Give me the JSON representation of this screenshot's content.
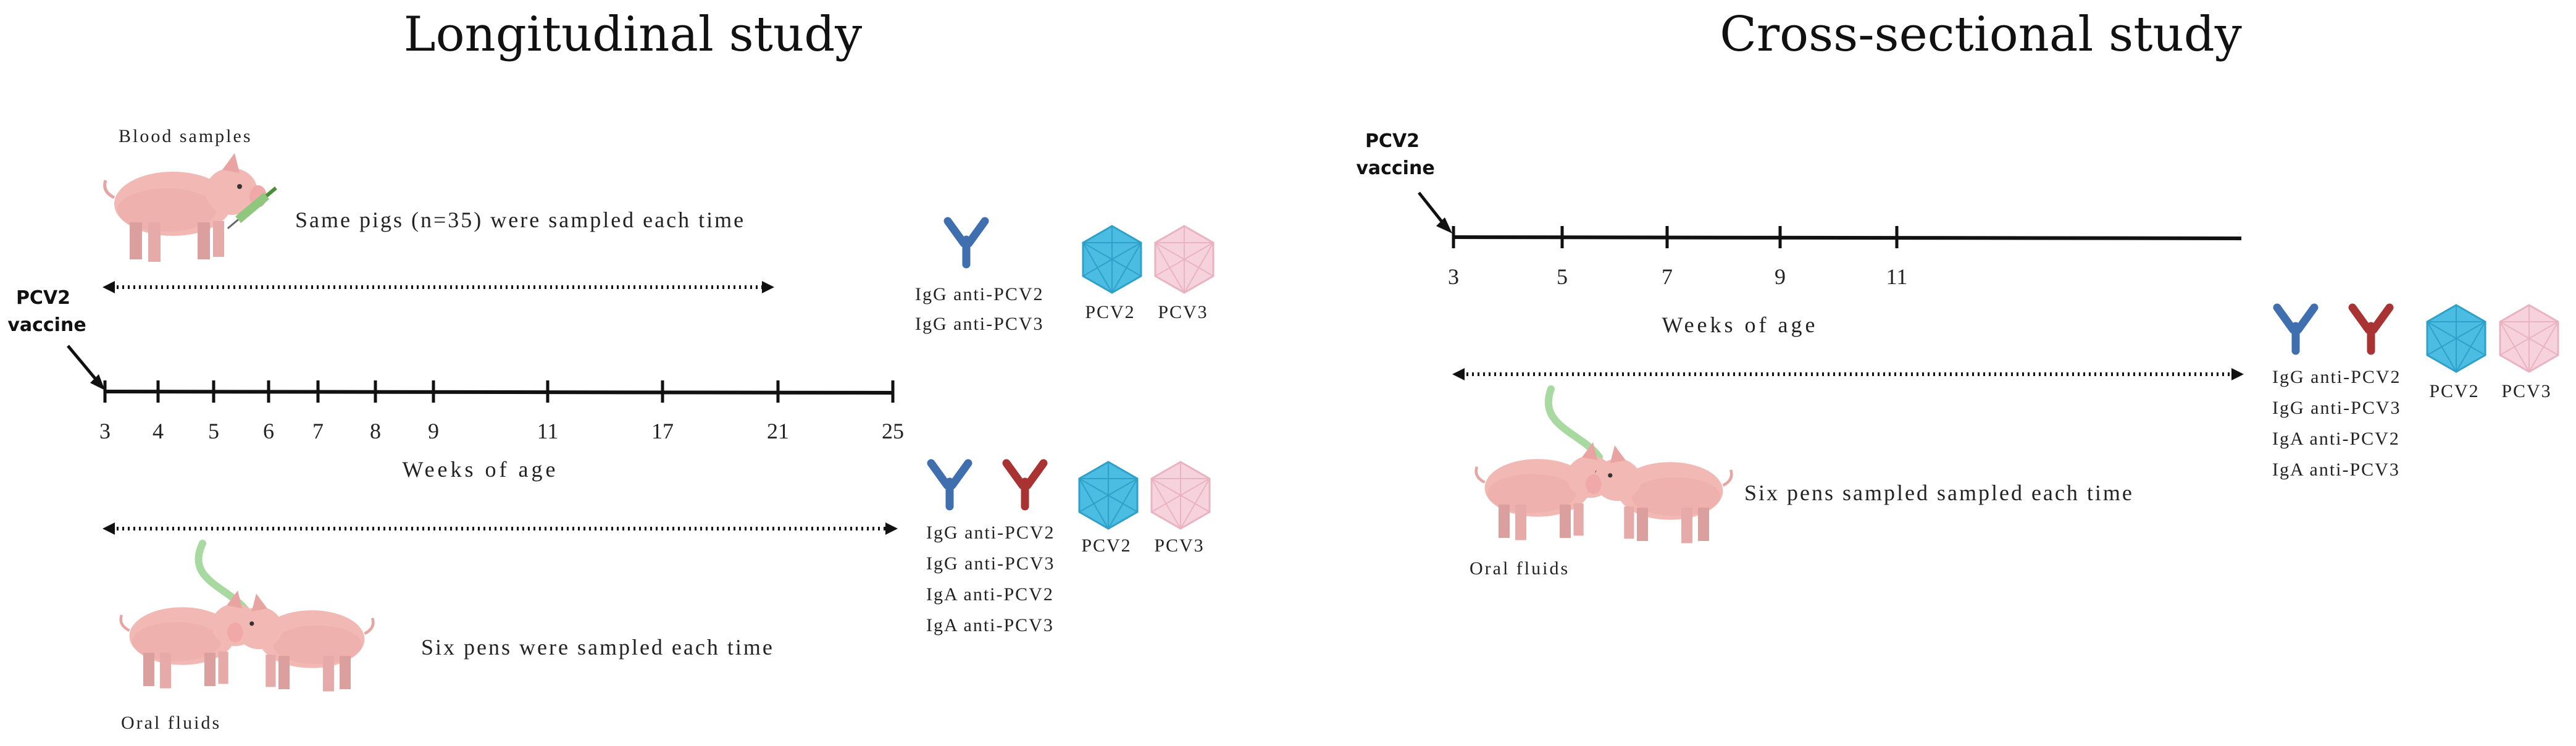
{
  "longitudinal": {
    "title": "Longitudinal study",
    "blood_label": "Blood samples",
    "same_pigs_text": "Same pigs (n=35) were sampled each time",
    "vaccine_line1": "PCV2",
    "vaccine_line2": "vaccine",
    "weeks": [
      "3",
      "4",
      "5",
      "6",
      "7",
      "8",
      "9",
      "11",
      "17",
      "21",
      "25"
    ],
    "axis_label": "Weeks of age",
    "oral_label": "Oral fluids",
    "six_pens_text": "Six pens were sampled each time",
    "serum_tests": [
      "IgG anti-PCV2",
      "IgG anti-PCV3"
    ],
    "oral_tests": [
      "IgG anti-PCV2",
      "IgG anti-PCV3",
      "IgA anti-PCV2",
      "IgA anti-PCV3"
    ],
    "virus_labels": [
      "PCV2",
      "PCV3"
    ]
  },
  "cross_sectional": {
    "title": "Cross-sectional study",
    "vaccine_line1": "PCV2",
    "vaccine_line2": "vaccine",
    "weeks": [
      "3",
      "5",
      "7",
      "9",
      "11"
    ],
    "axis_label": "Weeks of age",
    "oral_label": "Oral fluids",
    "six_pens_text": "Six pens sampled sampled each time",
    "oral_tests": [
      "IgG anti-PCV2",
      "IgG anti-PCV3",
      "IgA anti-PCV2",
      "IgA anti-PCV3"
    ],
    "virus_labels": [
      "PCV2",
      "PCV3"
    ]
  },
  "colors": {
    "igg": "#3f6fae",
    "iga": "#a93233",
    "pcv2": "#4bbde3",
    "pcv3": "#f6d3dc",
    "pig": "#f2b8b4",
    "rope": "#a8d9a0"
  }
}
